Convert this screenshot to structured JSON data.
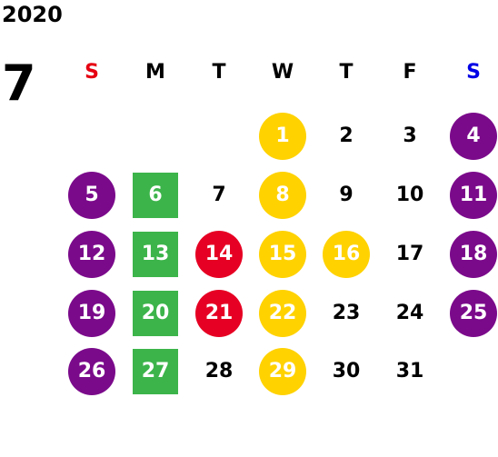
{
  "year": "2020",
  "month": "7",
  "weekday_headers": [
    {
      "label": "S",
      "color": "#e60012"
    },
    {
      "label": "M",
      "color": "#000000"
    },
    {
      "label": "T",
      "color": "#000000"
    },
    {
      "label": "W",
      "color": "#000000"
    },
    {
      "label": "T",
      "color": "#000000"
    },
    {
      "label": "F",
      "color": "#000000"
    },
    {
      "label": "S",
      "color": "#0000e6"
    }
  ],
  "colors": {
    "purple": "#7b0a8b",
    "green": "#3cb44a",
    "red": "#e60023",
    "yellow": "#ffd200",
    "plain": "#000000"
  },
  "weeks": [
    [
      null,
      null,
      null,
      {
        "day": "1",
        "mark": "yellow"
      },
      {
        "day": "2",
        "mark": "none"
      },
      {
        "day": "3",
        "mark": "none"
      },
      {
        "day": "4",
        "mark": "purple"
      }
    ],
    [
      {
        "day": "5",
        "mark": "purple"
      },
      {
        "day": "6",
        "mark": "green"
      },
      {
        "day": "7",
        "mark": "none"
      },
      {
        "day": "8",
        "mark": "yellow"
      },
      {
        "day": "9",
        "mark": "none"
      },
      {
        "day": "10",
        "mark": "none"
      },
      {
        "day": "11",
        "mark": "purple"
      }
    ],
    [
      {
        "day": "12",
        "mark": "purple"
      },
      {
        "day": "13",
        "mark": "green"
      },
      {
        "day": "14",
        "mark": "red"
      },
      {
        "day": "15",
        "mark": "yellow"
      },
      {
        "day": "16",
        "mark": "yellow"
      },
      {
        "day": "17",
        "mark": "none"
      },
      {
        "day": "18",
        "mark": "purple"
      }
    ],
    [
      {
        "day": "19",
        "mark": "purple"
      },
      {
        "day": "20",
        "mark": "green"
      },
      {
        "day": "21",
        "mark": "red"
      },
      {
        "day": "22",
        "mark": "yellow"
      },
      {
        "day": "23",
        "mark": "none"
      },
      {
        "day": "24",
        "mark": "none"
      },
      {
        "day": "25",
        "mark": "purple"
      }
    ],
    [
      {
        "day": "26",
        "mark": "purple"
      },
      {
        "day": "27",
        "mark": "green"
      },
      {
        "day": "28",
        "mark": "none"
      },
      {
        "day": "29",
        "mark": "yellow"
      },
      {
        "day": "30",
        "mark": "none"
      },
      {
        "day": "31",
        "mark": "none"
      },
      null
    ]
  ]
}
